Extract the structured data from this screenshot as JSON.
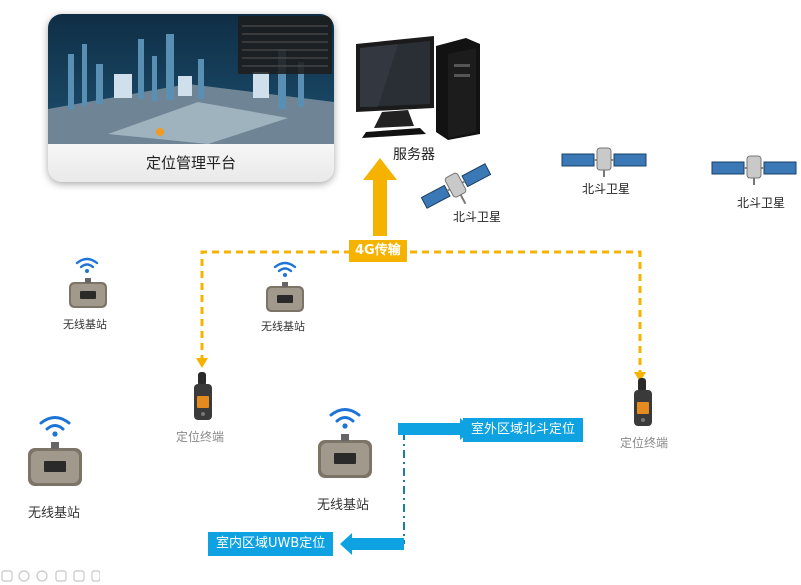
{
  "platform": {
    "caption": "定位管理平台"
  },
  "server": {
    "label": "服务器"
  },
  "satellites": [
    {
      "label": "北斗卫星"
    },
    {
      "label": "北斗卫星"
    },
    {
      "label": "北斗卫星"
    }
  ],
  "link": {
    "label": "4G传输"
  },
  "stations": [
    {
      "label": "无线基站"
    },
    {
      "label": "无线基站"
    },
    {
      "label": "无线基站"
    },
    {
      "label": "无线基站"
    }
  ],
  "terminals": [
    {
      "label": "定位终端"
    },
    {
      "label": "定位终端"
    }
  ],
  "outdoor": {
    "label": "室外区域北斗定位"
  },
  "indoor": {
    "label": "室内区域UWB定位"
  },
  "colors": {
    "link": "#f5b300",
    "accent": "#0ea2e3",
    "arrow": "#1a7fa3"
  }
}
